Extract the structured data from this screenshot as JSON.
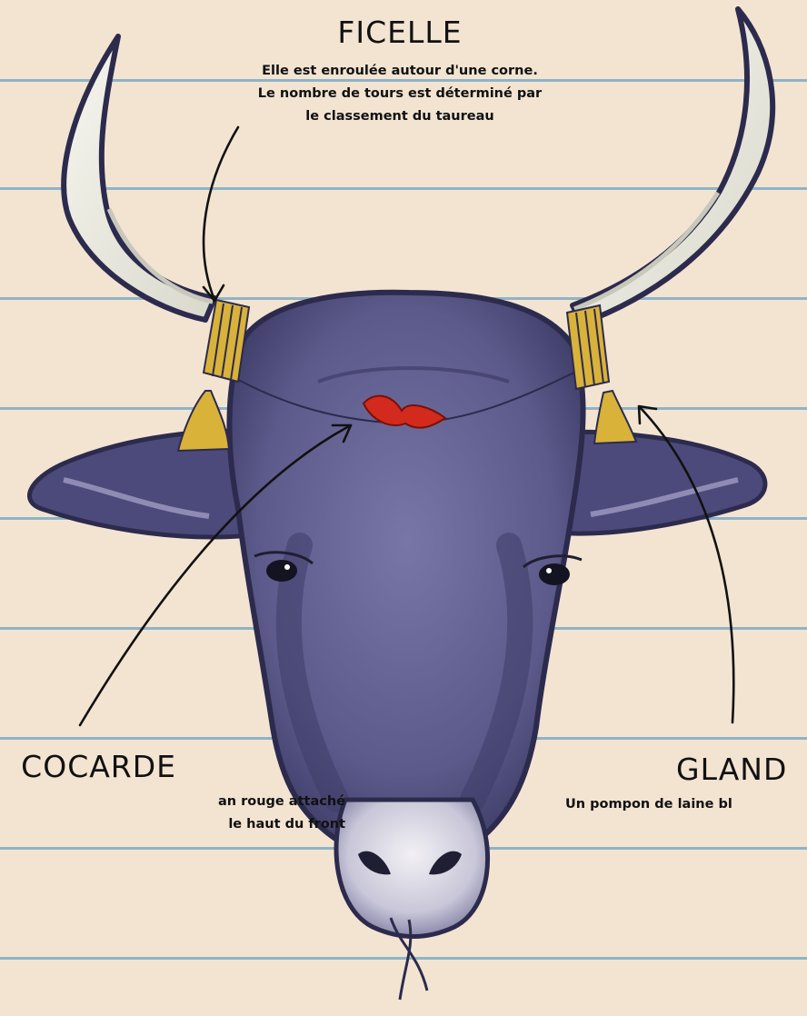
{
  "annotations": {
    "ficelle": {
      "title": "FICELLE",
      "lines": [
        "Elle est enroulée autour d'une corne.",
        "Le nombre de tours est déterminé par",
        "le classement du taureau"
      ]
    },
    "cocarde": {
      "title": "COCARDE",
      "lines": [
        "an rouge attaché",
        "le haut du front"
      ]
    },
    "gland": {
      "title": "GLAND",
      "lines": [
        "Un pompon de laine bl"
      ]
    }
  },
  "colors": {
    "paper": "#f3e4d2",
    "rule": "#8fb3c7",
    "bull": "#5f5d8d",
    "bull_dark": "#2c2b4d",
    "horn": "#ecebe0",
    "ficelle": "#d9b23a",
    "cocarde": "#d22a1d"
  }
}
